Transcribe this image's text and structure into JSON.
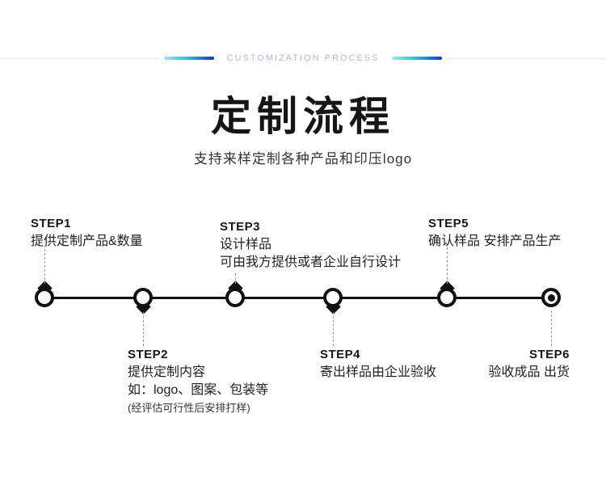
{
  "eyebrow": {
    "label": "CUSTOMIZATION PROCESS"
  },
  "title": "定制流程",
  "subtitle": "支持来样定制各种产品和印压logo",
  "steps": [
    {
      "id": "STEP1",
      "lines": [
        "提供定制产品&数量"
      ]
    },
    {
      "id": "STEP2",
      "lines": [
        "提供定制内容",
        "如：logo、图案、包装等"
      ],
      "note": "(经评估可行性后安排打样)"
    },
    {
      "id": "STEP3",
      "lines": [
        "设计样品",
        "可由我方提供或者企业自行设计"
      ]
    },
    {
      "id": "STEP4",
      "lines": [
        "寄出样品由企业验收"
      ]
    },
    {
      "id": "STEP5",
      "lines": [
        "确认样品 安排产品生产"
      ]
    },
    {
      "id": "STEP6",
      "lines": [
        "验收成品 出货"
      ]
    }
  ],
  "colors": {
    "accent_gradient_start": "#9aeaf3",
    "accent_gradient_end": "#1535c9",
    "eyebrow_text": "#b3bac2",
    "ink": "#111111"
  }
}
